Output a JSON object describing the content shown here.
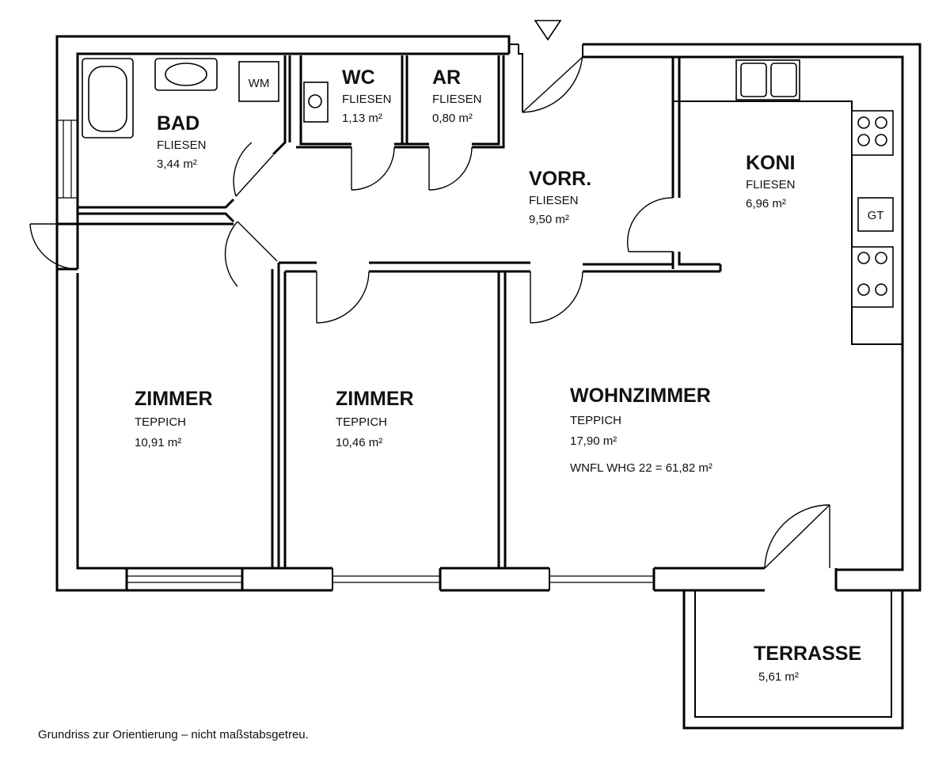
{
  "rooms": {
    "bad": {
      "name": "BAD",
      "floor": "FLIESEN",
      "area": "3,44 m²"
    },
    "wc": {
      "name": "WC",
      "floor": "FLIESEN",
      "area": "1,13 m²"
    },
    "ar": {
      "name": "AR",
      "floor": "FLIESEN",
      "area": "0,80 m²"
    },
    "vorr": {
      "name": "VORR.",
      "floor": "FLIESEN",
      "area": "9,50 m²"
    },
    "koni": {
      "name": "KONI",
      "floor": "FLIESEN",
      "area": "6,96 m²"
    },
    "zimmer1": {
      "name": "ZIMMER",
      "floor": "TEPPICH",
      "area": "10,91 m²"
    },
    "zimmer2": {
      "name": "ZIMMER",
      "floor": "TEPPICH",
      "area": "10,46 m²"
    },
    "wohnzimmer": {
      "name": "WOHNZIMMER",
      "floor": "TEPPICH",
      "area": "17,90 m²",
      "total": "WNFL WHG 22 = 61,82 m²"
    },
    "terrasse": {
      "name": "TERRASSE",
      "area": "5,61 m²"
    }
  },
  "fixtures": {
    "washing_machine": "WM",
    "dryer": "GT"
  },
  "caption": "Grundriss zur Orientierung – nicht maßstabsgetreu."
}
